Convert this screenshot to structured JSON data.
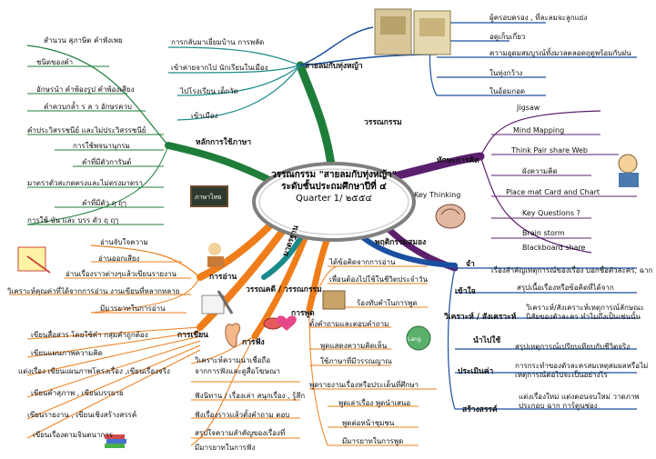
{
  "center": {
    "line1": "วรรณกรรม \"สายลมกับทุ่งหญ้า\"",
    "line2": "ระดับชั้นประถมศึกษาปีที่ ๔",
    "line3": "Quarter 1/ ๒๕๕๔"
  },
  "topics": {
    "literature": "วรรณกรรม",
    "language": "หลักการใช้ภาษา",
    "thinking": "ทักษะการคิด",
    "key_thinking": "Key Thinking",
    "behavior": "พฤติกรรมสมอง",
    "read": "การอ่าน",
    "listen": "การฟัง",
    "write": "การเขียน",
    "speak": "การพูด",
    "wisdom": "วรรณคดี / วรรณกรรม",
    "standards": "มาตรฐาน"
  },
  "story_branch": {
    "title": "สายลมกับทุ่งหญ้า",
    "items": [
      "ผู้ครอบครอง , ที่ละลมจะลูกแย่ง",
      "อดูเก็บเกี่ยว",
      "ความอุดมสมบูรณ์ทั้งมวลตลอดฤดูพร้อมกับฝน",
      "ในทุ่งกว้าง",
      "ในอ้อมกอด"
    ]
  },
  "language_items": [
    "สำนวน สุภาษิต คำพังเพย",
    "ชนิดของคำ",
    "อักษรนำ คำพ้องรูป คำพ้องเสียง",
    "คำควบกล้ำ ร ล ว อักษรควบ",
    "คำประวิสรรชนีย์ และไม่ประวิสรรชนีย์",
    "การใช้พจนานุกรม",
    "คำที่มีตัวการันต์",
    "มาตราตัวสะกดตรงและไม่ตรงมาตรา",
    "คำที่มีตัว ฤ ฤๅ",
    "การใช้ บัน และ บรร ตัว ฤ ฤๅ"
  ],
  "story_left": [
    "การกลับมาเยี่ยมบ้าน การพลัด",
    "เข้าค่ายจากไป นักเรียนในเมือง",
    "ไปโรงเรียน เด็กวัด",
    "เข้าเมือง"
  ],
  "thinking_items": [
    "Jigsaw",
    "Mind Mapping",
    "Think Pair share Web",
    "ผังความคิด",
    "Place mat Card and Chart",
    "Key Questions ?",
    "Brain storm",
    "Blackboard share"
  ],
  "reading_items": [
    "อ่านจับใจความ",
    "อ่านออกเสียง",
    "อ่านเรื่องราวต่างๆแล้วเขียนรายงาน",
    "วิเคราะห์คุณค่าที่ได้จากการอ่าน งานเขียนที่หลากหลาย",
    "มีมารยาทในการอ่าน"
  ],
  "writing_items": [
    "เขียนสื่อสาร โดยใช้คำ กลุ่มคำถูกต้อง",
    "เขียนแผนภาพความคิด",
    "แต่งเรื่อง เขียนแผนภาพโครงเรื่อง ,เขียนเรื่องจริง",
    "เขียนคำสุภาพ , เขียนบรรยาย",
    "เขียนรายงาน , เขียนเชิงสร้างสรรค์",
    "เขียนเรื่องตามจินตนาการ"
  ],
  "listen_items": [
    "วิเคราะห์ความน่าเชื่อถือ",
    "จากการฟังและดูสื่อโฆษณา",
    "ฟังนิทาน / เรื่องเล่า สนุกเรื่อง , รู้สึก",
    "ฟังเรื่องราวแล้วตั้งคำถาม ตอบ",
    "สรุปใจความสำคัญของเรื่องที่",
    "มีมารยาทในการฟัง"
  ],
  "speak_items": [
    "ได้ข้อคิดจากการอ่าน",
    "เพื่อนต้องไปใช้ในชีวิตประจำวัน",
    "ร้องทับคำในการพูด",
    "ตั้งคำถามและตอบคำถาม",
    "พูดแสดงความคิดเห็น",
    "ใช้ภาษาที่มีวรรณญาณ",
    "พูดรายงานเรื่องหรือประเด็นที่ศึกษา",
    "พูดเล่าเรื่อง พูดนำเสนอ",
    "พูดต่อหน้าชุมชน",
    "มีมารยาทในการพูด"
  ],
  "bloom": [
    {
      "key": "จำ",
      "desc": "เรื่องสำคัญเหตุการณ์ของเรื่อง บอกชื่อตัวละคร, ฉาก"
    },
    {
      "key": "เข้าใจ",
      "desc": "สรุปเนื้อเรื่องหรือข้อคิดที่ได้จาก"
    },
    {
      "key": "วิเคราะห์ / สังเคราะห์",
      "desc": "วิเคราะห์/สังเคราะห์เหตุการณ์ลักษณะนิสัยของตัวละคร ทำไมถึงเป็นเช่นนั้น"
    },
    {
      "key": "นำไปใช้",
      "desc": "สรุปเหตุการณ์เปรียบเทียบกับชีวิตจริง"
    },
    {
      "key": "ประเมินค่า",
      "desc": "การกระทำของตัวละครสมเหตุสมผลหรือไม่ เหตุการณ์ต่อไปจะเป็นอย่างไร"
    },
    {
      "key": "สร้างสรรค์",
      "desc": "แต่งเรื่องใหม่ แต่งตอนจบใหม่ วาดภาพประกอบ ฉาก การ์ตูนช่อง"
    }
  ],
  "colors": {
    "green": "#1f7d3a",
    "purple": "#5b1f6e",
    "orange": "#ef7d1a",
    "blue": "#1a4fa0",
    "teal": "#1a8a8a",
    "red": "#c82828"
  }
}
